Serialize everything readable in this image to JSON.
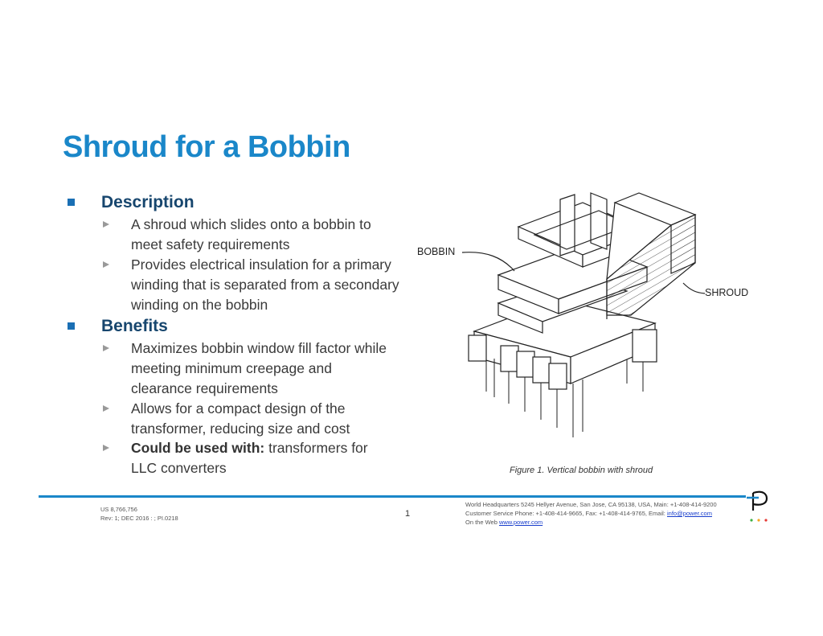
{
  "title": "Shroud for a Bobbin",
  "sections": [
    {
      "heading": "Description",
      "items": [
        {
          "text": "A shroud which slides onto a bobbin to meet safety requirements"
        },
        {
          "text": "Provides electrical insulation for a primary winding that is separated from a secondary winding on the bobbin"
        }
      ]
    },
    {
      "heading": "Benefits",
      "items": [
        {
          "text": "Maximizes bobbin window fill factor while meeting minimum creepage and clearance requirements"
        },
        {
          "text": "Allows for a compact design of the transformer, reducing size and cost"
        },
        {
          "bold": "Could be used with:",
          "text": " transformers for LLC converters"
        }
      ]
    }
  ],
  "figure": {
    "label_bobbin": "BOBBIN",
    "label_shroud": "SHROUD",
    "caption": "Figure 1. Vertical bobbin with shroud"
  },
  "footer": {
    "patent": "US 8,766,756",
    "rev": "Rev: 1; DEC 2016 : ; PI.0218",
    "page": "1",
    "hq": "World Headquarters 5245 Hellyer Avenue, San Jose, CA 95138, USA, Main: +1-408-414-9200",
    "cs_prefix": "Customer Service Phone: +1-408-414-9665, Fax: +1-408-414-9765, Email: ",
    "email": "info@power.com",
    "web_prefix": "On the Web ",
    "web": "www.power.com"
  },
  "colors": {
    "accent": "#1a87c9",
    "heading": "#17466e",
    "dot_green": "#3cb043",
    "dot_orange": "#f5a623",
    "dot_red": "#e53935"
  }
}
